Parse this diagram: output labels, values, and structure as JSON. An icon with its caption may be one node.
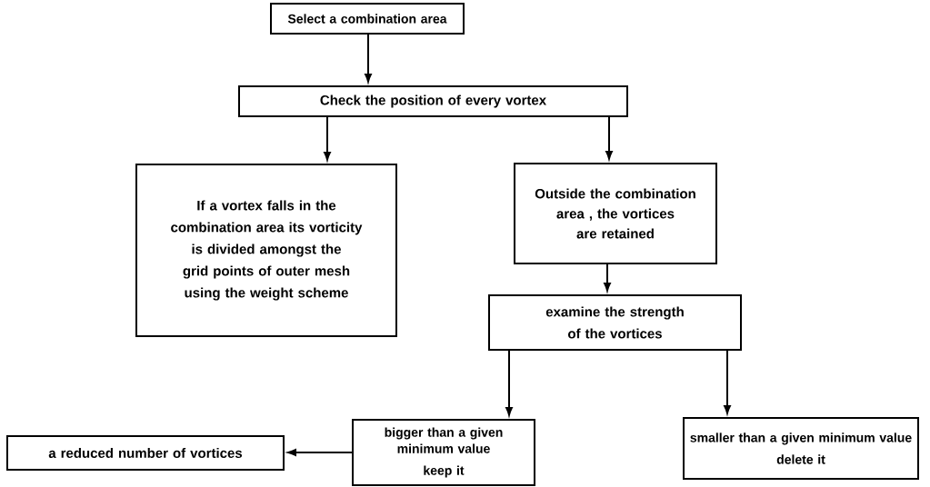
{
  "diagram": {
    "nodes": [
      {
        "text": [
          "Select a combination area"
        ]
      },
      {
        "text": [
          "Check the position of every vortex"
        ]
      },
      {
        "text": [
          "If a vortex falls in the combination area its vorticity is divided amongst the grid points of outer mesh using the weight scheme"
        ]
      },
      {
        "text": [
          "Outside the combination area , the vortices are retained"
        ]
      },
      {
        "text": [
          "examine the strength of the vortices"
        ]
      },
      {
        "text": [
          "bigger than a given minimum value",
          "keep it"
        ]
      },
      {
        "text": [
          "smaller than a given minimum value",
          "delete it"
        ]
      },
      {
        "text": [
          "a reduced number of vortices"
        ]
      }
    ],
    "edges": [
      {
        "from": 0,
        "to": 1,
        "arrow": "to"
      },
      {
        "from": 1,
        "to": 2,
        "arrow": "to"
      },
      {
        "from": 1,
        "to": 3,
        "arrow": "to"
      },
      {
        "from": 3,
        "to": 4,
        "arrow": "to"
      },
      {
        "from": 4,
        "to": 5,
        "arrow": "to"
      },
      {
        "from": 4,
        "to": 6,
        "arrow": "to"
      },
      {
        "from": 5,
        "to": 7,
        "arrow": "to"
      }
    ]
  }
}
